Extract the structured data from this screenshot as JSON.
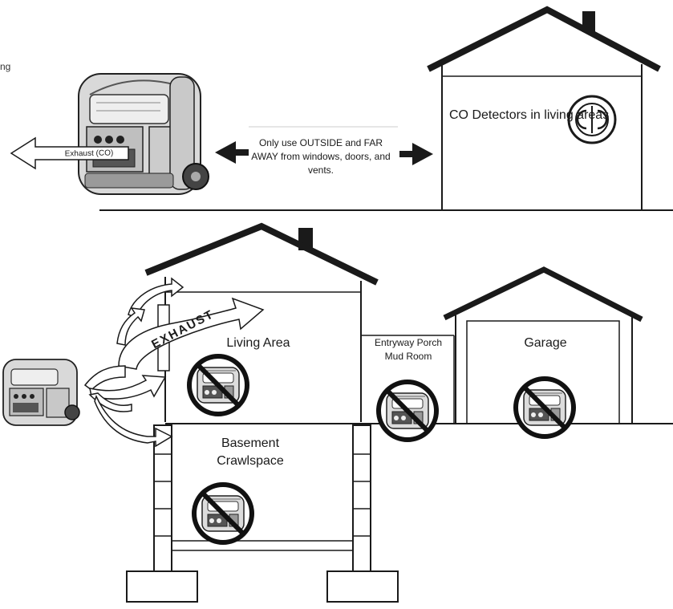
{
  "labels": {
    "cut_text": "ng",
    "exhaust_co": "Exhaust (CO)",
    "outside_note": "Only use OUTSIDE and FAR AWAY from windows, doors, and vents.",
    "co_detectors": "CO Detectors in living areas",
    "living_area": "Living Area",
    "entryway": "Entryway Porch Mud Room",
    "garage": "Garage",
    "basement": "Basement Crawlspace",
    "exhaust_big": "EXHAUST"
  },
  "colors": {
    "line": "#1a1a1a",
    "prohibit": "#111111",
    "generator_body": "#d8d8d8"
  },
  "icons": {
    "co_detector": "co-detector-icon",
    "prohibited": "no-generator-icon",
    "generator": "generator-icon"
  }
}
